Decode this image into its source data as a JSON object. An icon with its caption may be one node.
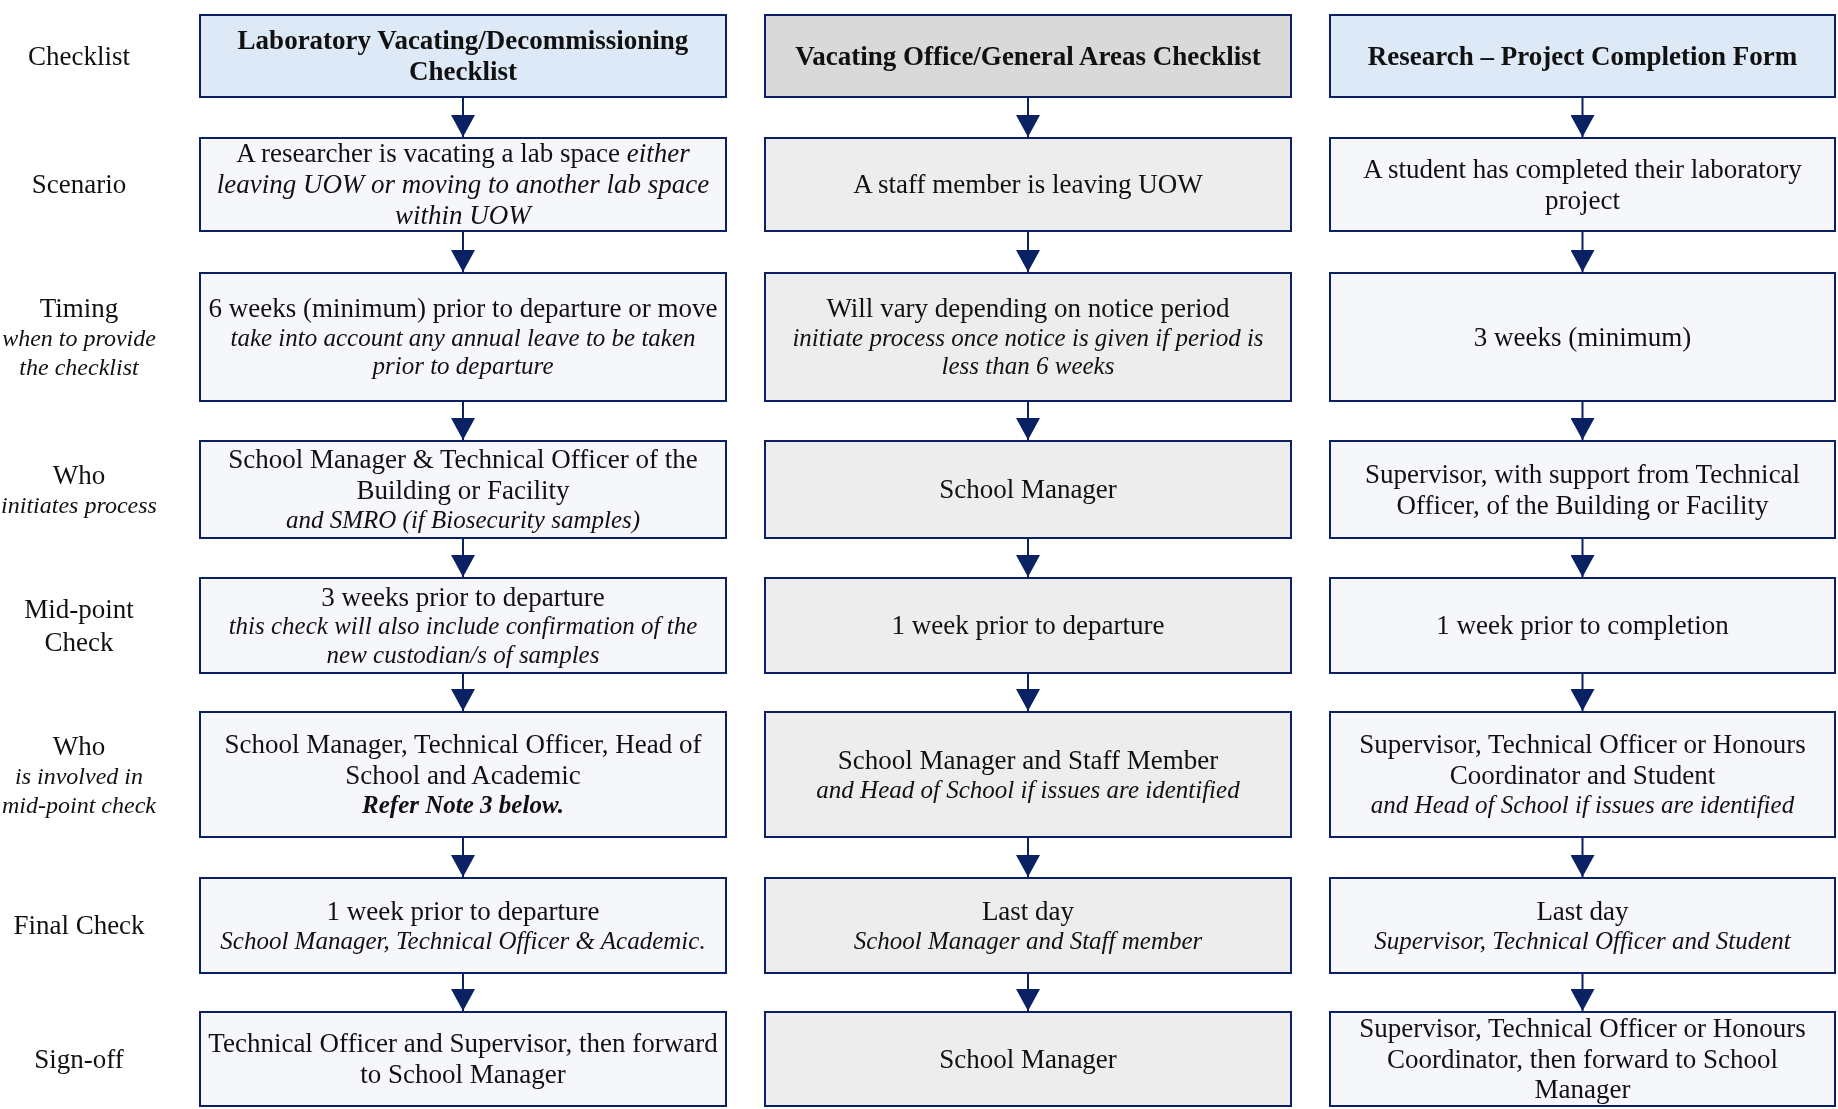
{
  "diagram": {
    "nodes": [
      {
        "text": [
          "Laboratory Vacating/Decommissioning Checklist"
        ]
      },
      {
        "text": [
          "Vacating Office/General Areas Checklist"
        ]
      },
      {
        "text": [
          "Research – Project Completion Form"
        ]
      },
      {
        "text": [
          "A researcher is vacating a lab space *either leaving UOW or moving to another lab space within UOW*"
        ]
      },
      {
        "text": [
          "A staff member is leaving UOW"
        ]
      },
      {
        "text": [
          "A student has completed their laboratory project"
        ]
      },
      {
        "text": [
          "6 weeks (minimum) prior to departure or move",
          "take into account any annual leave to be taken prior to departure"
        ]
      },
      {
        "text": [
          "Will vary depending on notice period",
          "initiate process once notice is given if period is less than 6 weeks"
        ]
      },
      {
        "text": [
          "3 weeks (minimum)"
        ]
      },
      {
        "text": [
          "School Manager & Technical Officer of the Building or Facility",
          "and SMRO (if Biosecurity samples)"
        ]
      },
      {
        "text": [
          "School Manager"
        ]
      },
      {
        "text": [
          "Supervisor, with support from Technical Officer, of the Building or Facility"
        ]
      },
      {
        "text": [
          "3 weeks prior to departure",
          "this check will also include confirmation of the new custodian/s of samples"
        ]
      },
      {
        "text": [
          "1 week prior to departure"
        ]
      },
      {
        "text": [
          "1 week prior to completion"
        ]
      },
      {
        "text": [
          "School Manager, Technical Officer, Head of School and Academic",
          "Refer Note 3 below."
        ]
      },
      {
        "text": [
          "School Manager and Staff Member",
          "and Head of School if issues are identified"
        ]
      },
      {
        "text": [
          "Supervisor, Technical Officer or Honours Coordinator and Student",
          "and Head of School if issues are identified"
        ]
      },
      {
        "text": [
          "1 week prior to departure",
          "School Manager, Technical Officer & Academic."
        ]
      },
      {
        "text": [
          "Last day",
          "School Manager and Staff member"
        ]
      },
      {
        "text": [
          "Last day",
          "Supervisor, Technical Officer and Student"
        ]
      },
      {
        "text": [
          "Technical Officer and Supervisor, then forward to School Manager"
        ]
      },
      {
        "text": [
          "School Manager"
        ]
      },
      {
        "text": [
          "Supervisor, Technical Officer or Honours Coordinator, then forward to School Manager"
        ]
      }
    ],
    "edges": [
      {
        "from": 0,
        "to": 3,
        "arrow": "to"
      },
      {
        "from": 1,
        "to": 4,
        "arrow": "to"
      },
      {
        "from": 2,
        "to": 5,
        "arrow": "to"
      },
      {
        "from": 3,
        "to": 6,
        "arrow": "to"
      },
      {
        "from": 4,
        "to": 7,
        "arrow": "to"
      },
      {
        "from": 5,
        "to": 8,
        "arrow": "to"
      },
      {
        "from": 6,
        "to": 9,
        "arrow": "to"
      },
      {
        "from": 7,
        "to": 10,
        "arrow": "to"
      },
      {
        "from": 8,
        "to": 11,
        "arrow": "to"
      },
      {
        "from": 9,
        "to": 12,
        "arrow": "to"
      },
      {
        "from": 10,
        "to": 13,
        "arrow": "to"
      },
      {
        "from": 11,
        "to": 14,
        "arrow": "to"
      },
      {
        "from": 12,
        "to": 15,
        "arrow": "to"
      },
      {
        "from": 13,
        "to": 16,
        "arrow": "to"
      },
      {
        "from": 14,
        "to": 17,
        "arrow": "to"
      },
      {
        "from": 15,
        "to": 18,
        "arrow": "to"
      },
      {
        "from": 16,
        "to": 19,
        "arrow": "to"
      },
      {
        "from": 17,
        "to": 20,
        "arrow": "to"
      },
      {
        "from": 18,
        "to": 21,
        "arrow": "to"
      },
      {
        "from": 19,
        "to": 22,
        "arrow": "to"
      },
      {
        "from": 20,
        "to": 23,
        "arrow": "to"
      }
    ],
    "labels": [
      "Checklist",
      "Scenario",
      "Timing",
      "when to provide the checklist",
      "Who",
      "initiates process",
      "Mid-point Check",
      "Who",
      "is involved in mid-point check",
      "Final Check",
      "Sign-off"
    ]
  }
}
